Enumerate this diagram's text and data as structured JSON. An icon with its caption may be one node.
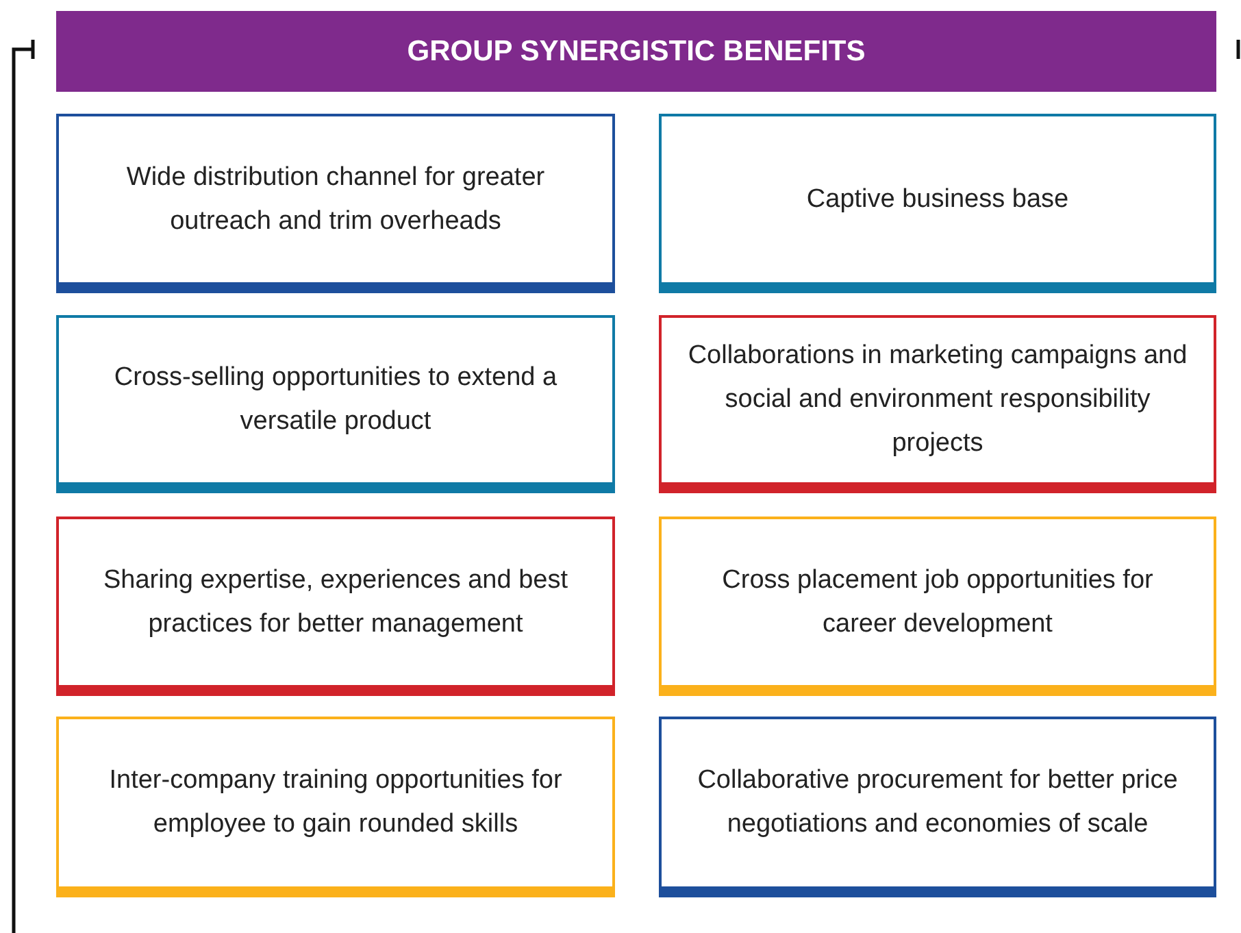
{
  "diagram": {
    "nodes": [
      {
        "text": [
          "GROUP SYNERGISTIC BENEFITS"
        ]
      },
      {
        "text": [
          "Wide distribution channel for greater outreach and trim overheads"
        ]
      },
      {
        "text": [
          "Captive business base"
        ]
      },
      {
        "text": [
          "Cross-selling opportunities to extend a versatile product"
        ]
      },
      {
        "text": [
          "Collaborations in marketing campaigns and social and environment responsibility projects"
        ]
      },
      {
        "text": [
          "Sharing expertise, experiences and best practices for better management"
        ]
      },
      {
        "text": [
          "Cross placement job opportunities for career development"
        ]
      },
      {
        "text": [
          "Inter-company training opportunities for employee to gain rounded skills"
        ]
      },
      {
        "text": [
          "Collaborative procurement for better price negotiations and economies of scale"
        ]
      }
    ]
  }
}
